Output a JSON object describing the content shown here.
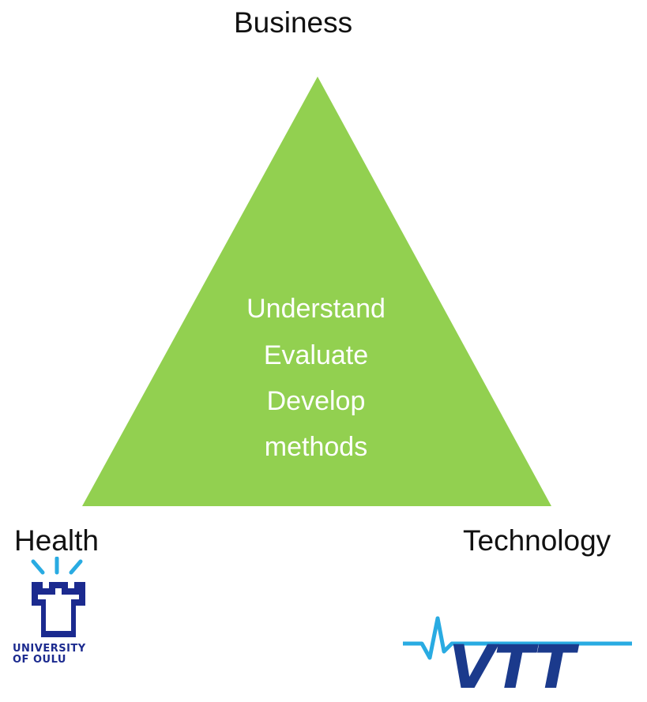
{
  "diagram": {
    "vertices": {
      "top": "Business",
      "bottom_left": "Health",
      "bottom_right": "Technology"
    },
    "center_text": [
      "Understand",
      "Evaluate",
      "Develop",
      "methods"
    ],
    "triangle_color": "#92d050"
  },
  "logos": {
    "university_oulu": {
      "line1": "UNIVERSITY",
      "line2": "OF OULU",
      "icon": "university-of-oulu-tower-icon"
    },
    "vtt": {
      "text": "VTT",
      "icon": "vtt-pulse-icon"
    }
  }
}
